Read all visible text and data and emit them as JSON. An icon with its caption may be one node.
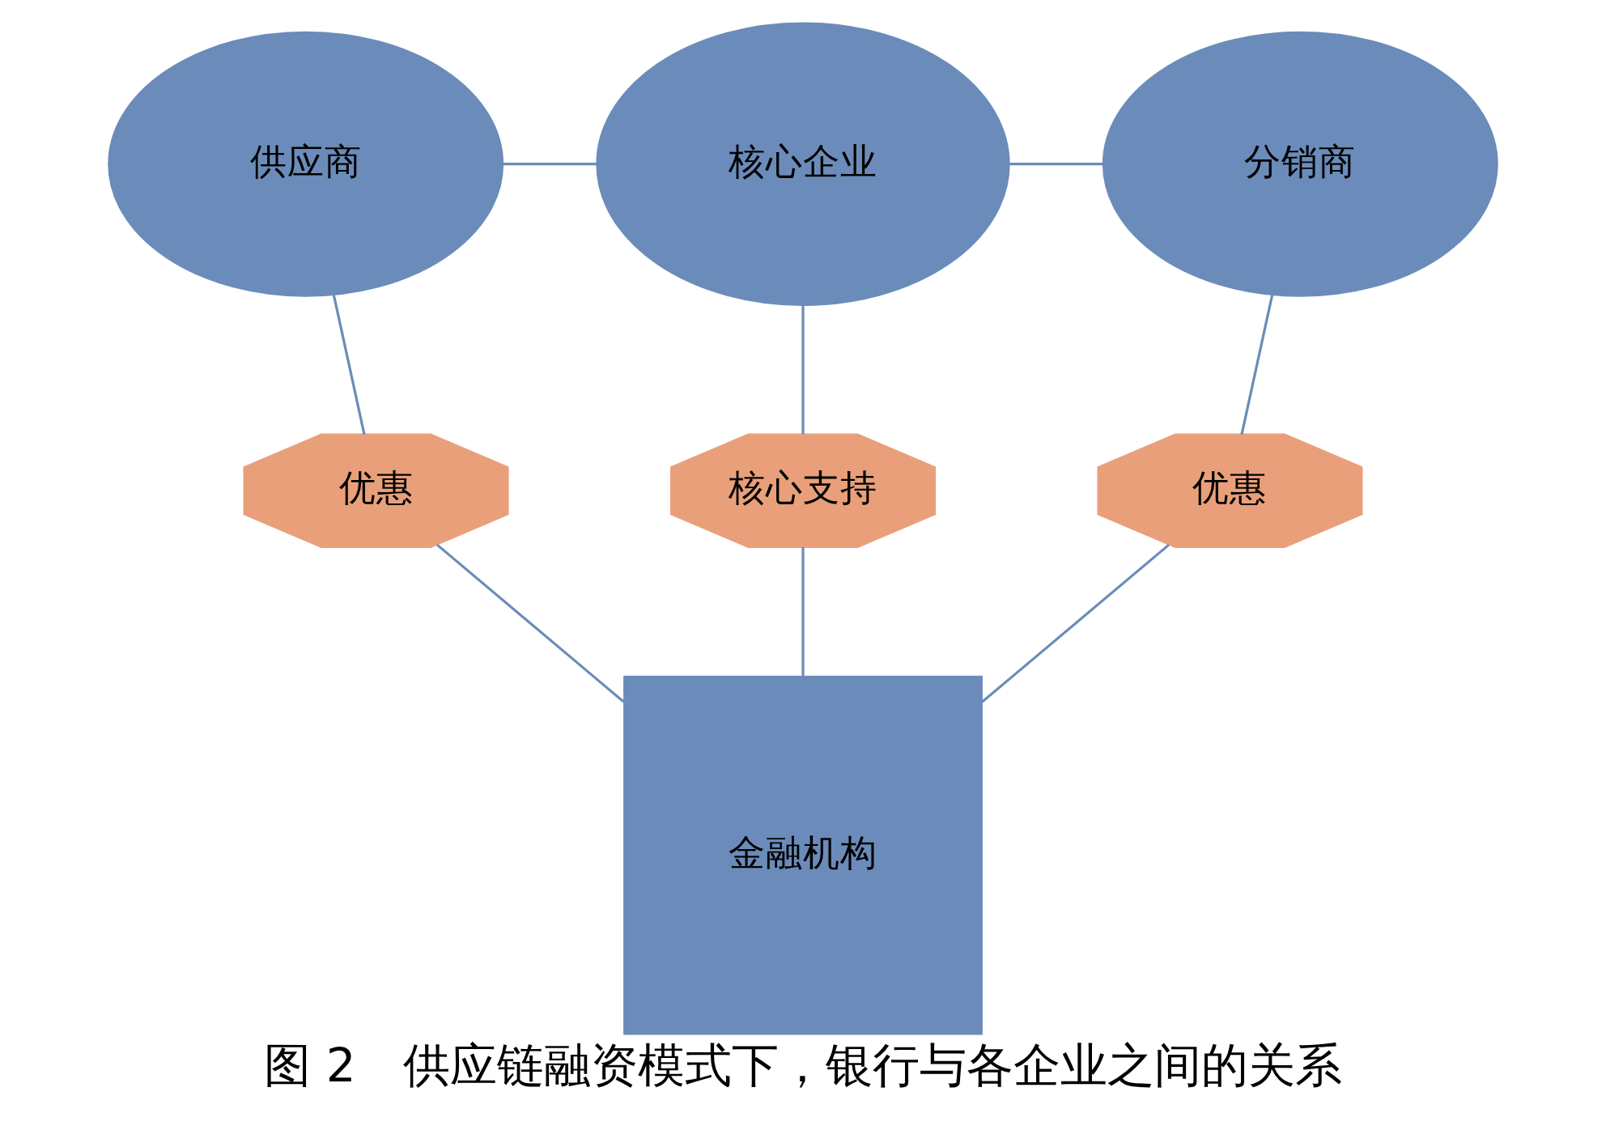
{
  "diagram": {
    "caption": "图 2　供应链融资模式下，银行与各企业之间的关系",
    "nodes": [
      {
        "text": [
          "核心企业"
        ]
      },
      {
        "text": [
          "供应商"
        ]
      },
      {
        "text": [
          "分销商"
        ]
      },
      {
        "text": [
          "优惠"
        ]
      },
      {
        "text": [
          "核心支持"
        ]
      },
      {
        "text": [
          "优惠"
        ]
      },
      {
        "text": [
          "金融机构"
        ]
      }
    ],
    "edges": [
      {
        "from": 1,
        "to": 0,
        "arrow": "none"
      },
      {
        "from": 0,
        "to": 2,
        "arrow": "none"
      },
      {
        "from": 1,
        "to": 3,
        "arrow": "none"
      },
      {
        "from": 3,
        "to": 6,
        "arrow": "none"
      },
      {
        "from": 0,
        "to": 4,
        "arrow": "none"
      },
      {
        "from": 4,
        "to": 6,
        "arrow": "none"
      },
      {
        "from": 2,
        "to": 5,
        "arrow": "none"
      },
      {
        "from": 5,
        "to": 6,
        "arrow": "none"
      }
    ]
  }
}
